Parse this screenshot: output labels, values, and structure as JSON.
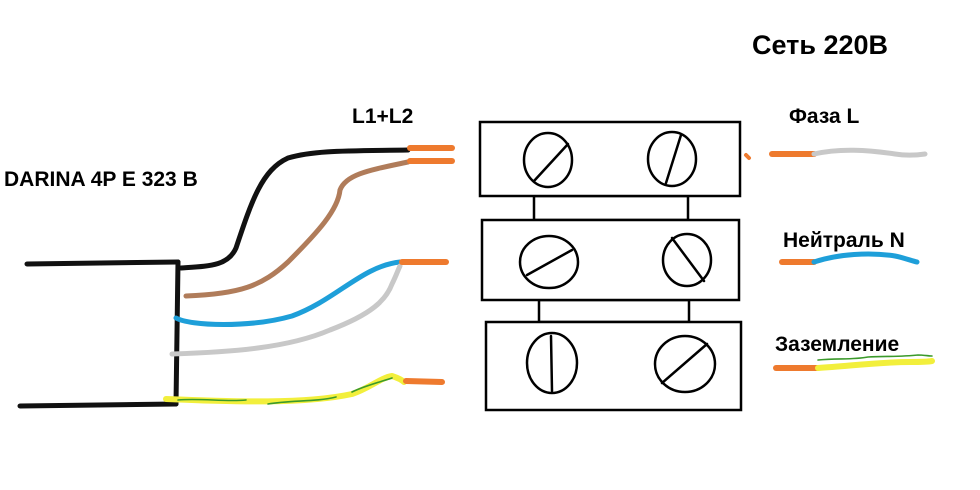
{
  "title": "Сеть 220В",
  "appliance": "DARINA 4P E 323 B",
  "bridge_label": "L1+L2",
  "labels": {
    "phase": "Фаза L",
    "neutral": "Нейтраль N",
    "ground": "Заземление"
  },
  "colors": {
    "black": "#111111",
    "brown": "#b07c5a",
    "blue": "#1e9fd9",
    "grey": "#c8c8c8",
    "yellow": "#f2ef3c",
    "green": "#3b9a2b",
    "copper": "#ee7a2e"
  }
}
